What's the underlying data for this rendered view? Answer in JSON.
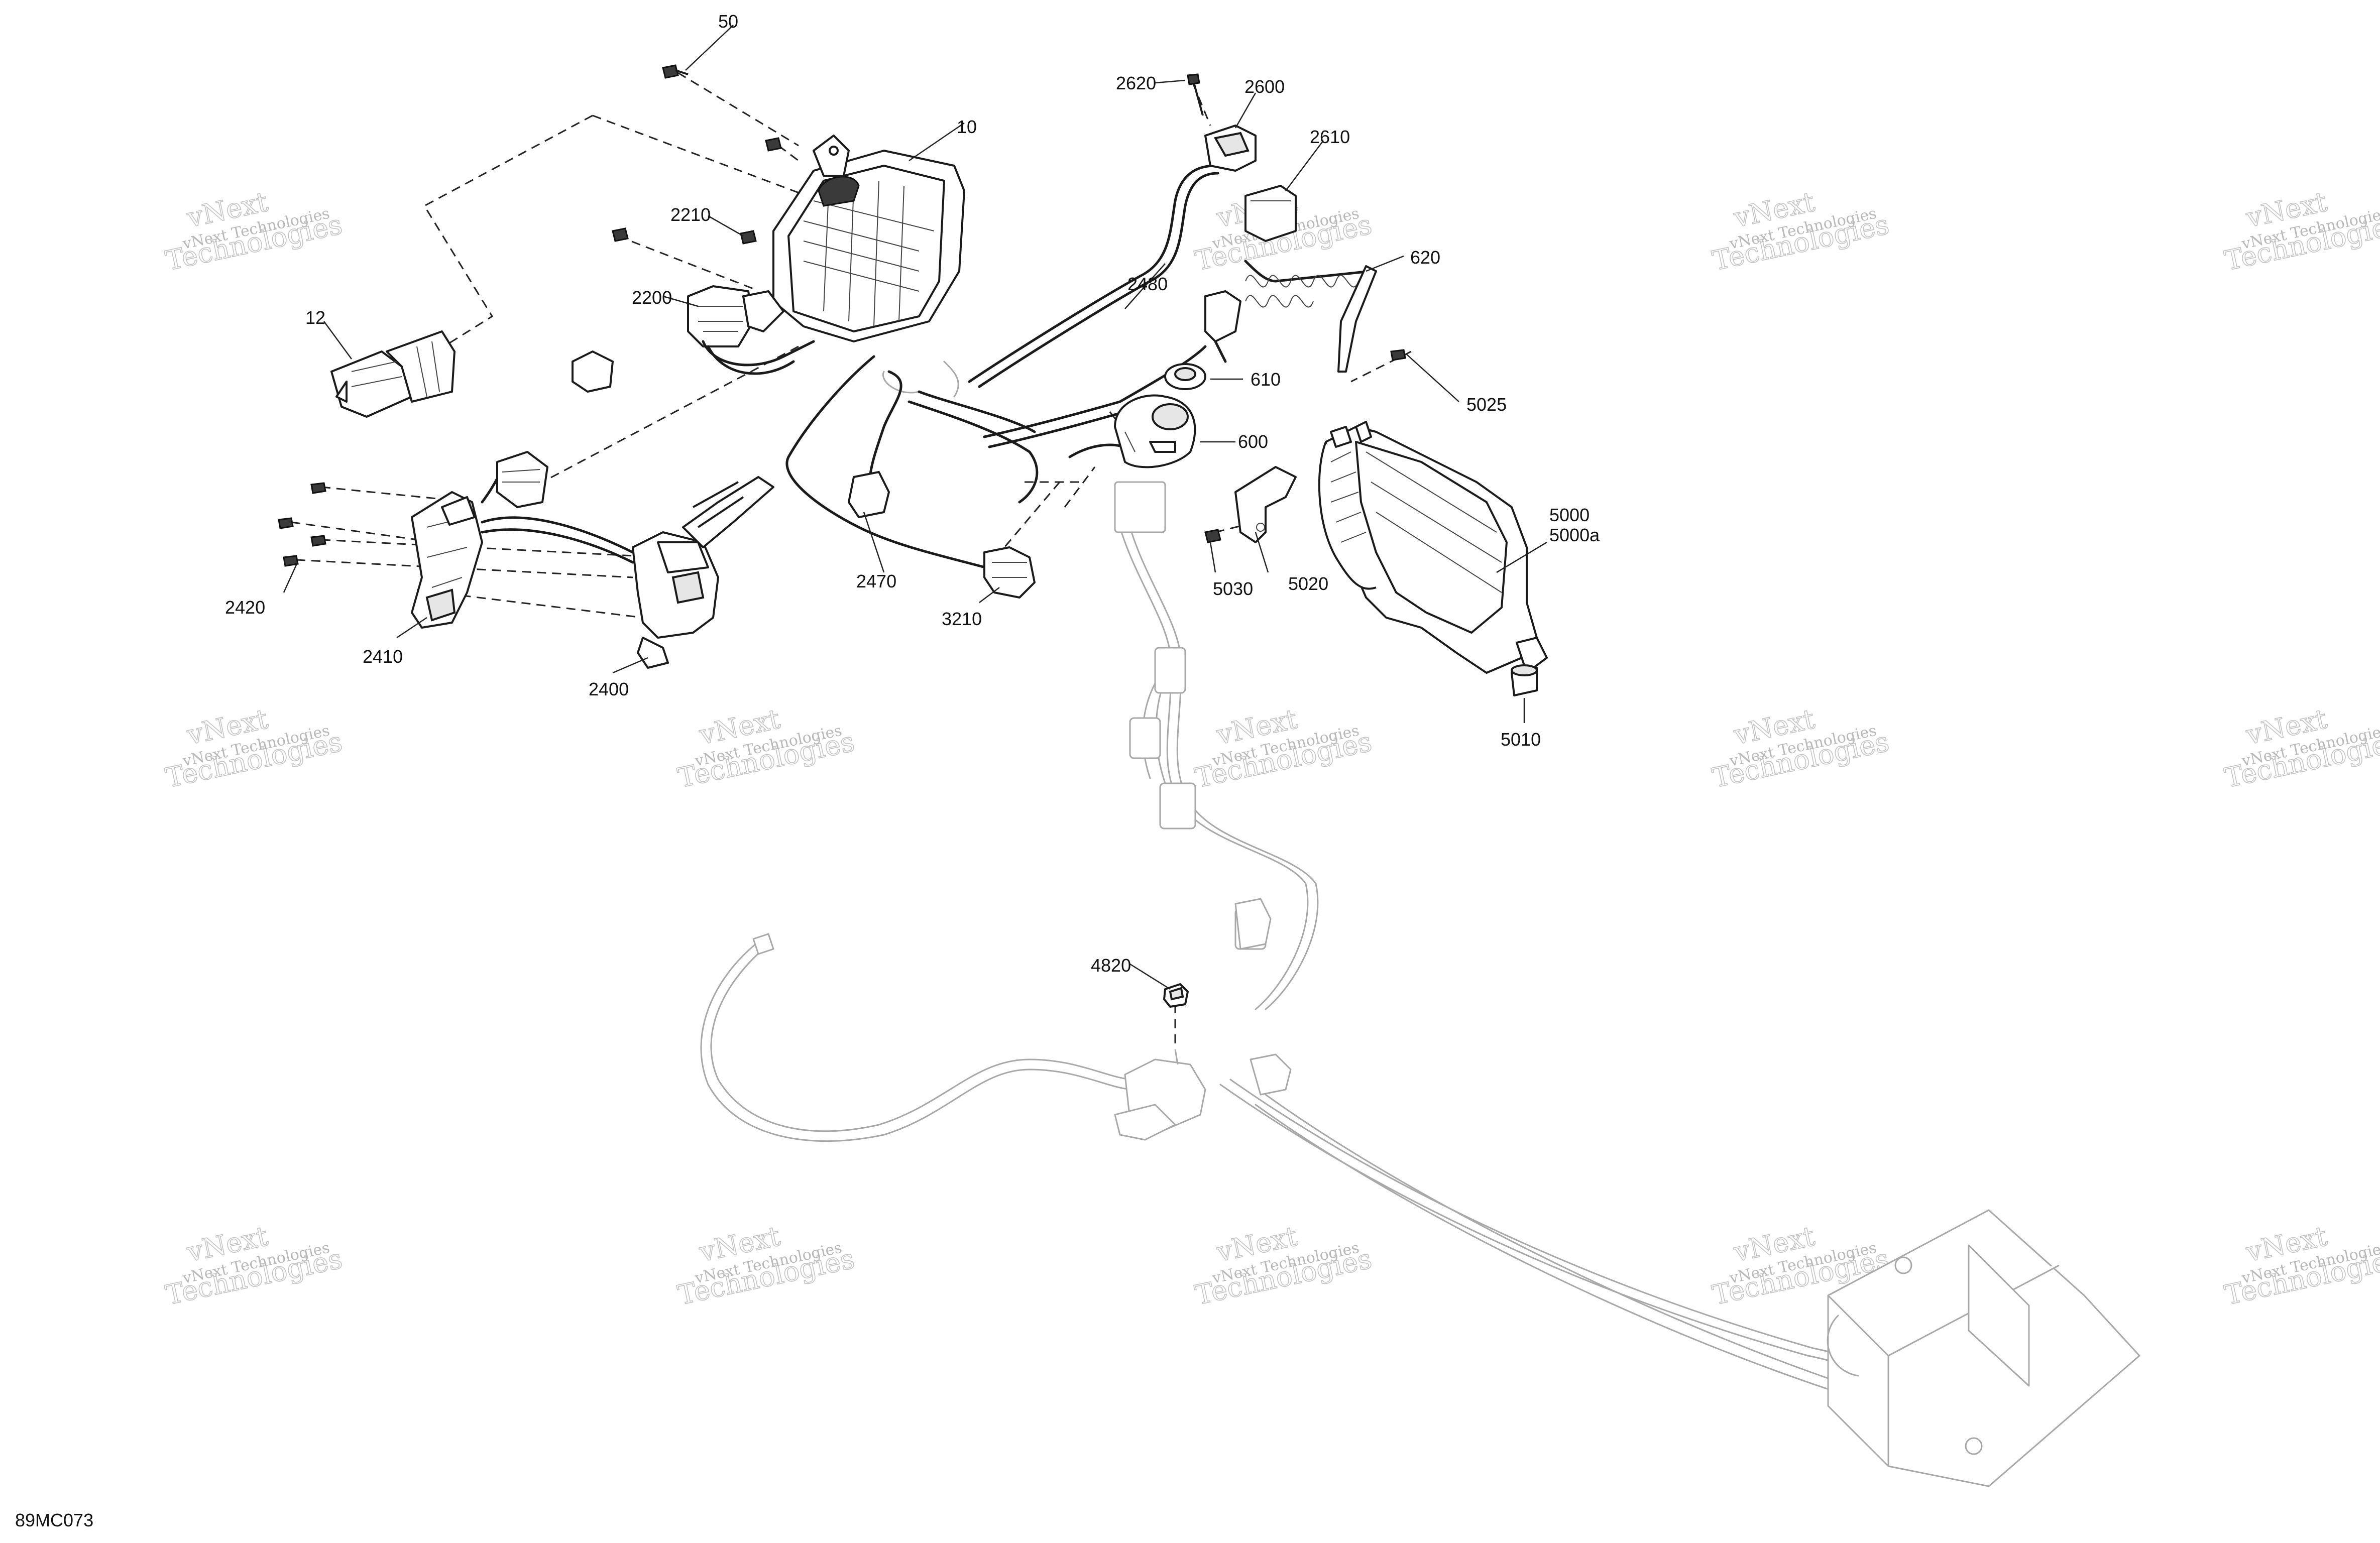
{
  "callouts": {
    "p50": "50",
    "p10": "10",
    "p12": "12",
    "p2210": "2210",
    "p2200": "2200",
    "p2620": "2620",
    "p2600": "2600",
    "p2610": "2610",
    "p620": "620",
    "p2480": "2480",
    "p610": "610",
    "p600": "600",
    "p5025": "5025",
    "p5000": "5000",
    "p5000a": "5000a",
    "p5030": "5030",
    "p5020": "5020",
    "p5010": "5010",
    "p2470": "2470",
    "p3210": "3210",
    "p2420": "2420",
    "p2410": "2410",
    "p2400": "2400",
    "p4820": "4820"
  },
  "diagram_code": "89MC073",
  "watermark": {
    "line1": "vNext Technologies",
    "line2": "Technologies",
    "line3": "vNext"
  },
  "colors": {
    "line": "#1a1a1a",
    "ghost": "#a8a8a8",
    "watermark": "#b8b8b8"
  }
}
